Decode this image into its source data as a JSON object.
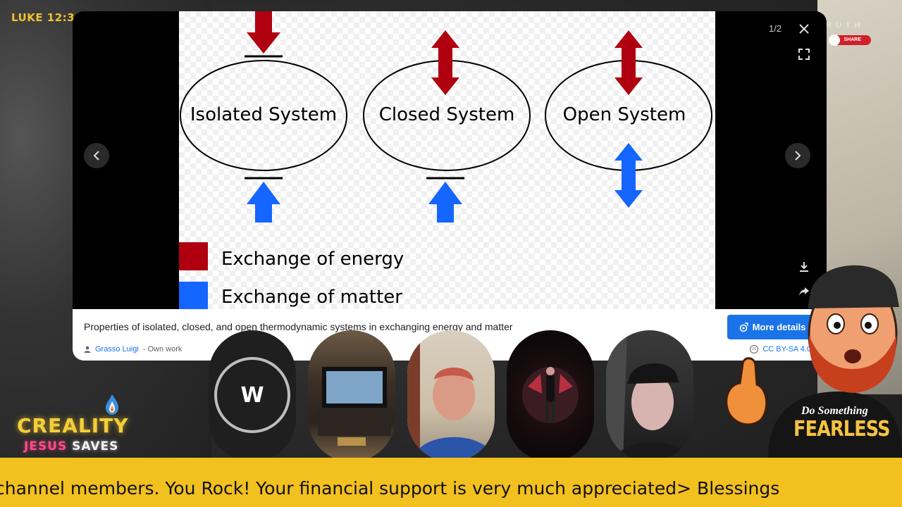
{
  "overlay": {
    "scripture_ref": "LUKE 12:3",
    "truth_label": "RUTH",
    "share_label": "SHARE"
  },
  "lightbox": {
    "counter": "1/2",
    "figure": {
      "systems": [
        "Isolated System",
        "Closed System",
        "Open System"
      ],
      "legend": [
        "Exchange of energy",
        "Exchange of matter"
      ],
      "colors": {
        "energy": "#b00010",
        "matter": "#1565ff"
      }
    },
    "caption": "Properties of isolated, closed, and open thermodynamic systems in exchanging energy and matter",
    "more_details_label": "More details",
    "author": "Grasso Luigi",
    "author_suffix": "- Own work",
    "license": "CC BY-SA 4.0",
    "license_icon_text": "cc"
  },
  "participants": [
    {
      "initial": "W"
    },
    {
      "initial": ""
    },
    {
      "initial": ""
    },
    {
      "initial": ""
    },
    {
      "initial": ""
    }
  ],
  "logo": {
    "main": "CREALITY",
    "sub1": "JESUS",
    "sub2": "SAVES"
  },
  "mascot": {
    "shirt_line1": "Do Something",
    "shirt_line2": "FEARLESS"
  },
  "ticker": {
    "text": "channel members. You Rock! Your financial support is very much appreciated> Blessings"
  },
  "colors": {
    "accent_yellow": "#f2c01f",
    "link_blue": "#1a73e8"
  }
}
